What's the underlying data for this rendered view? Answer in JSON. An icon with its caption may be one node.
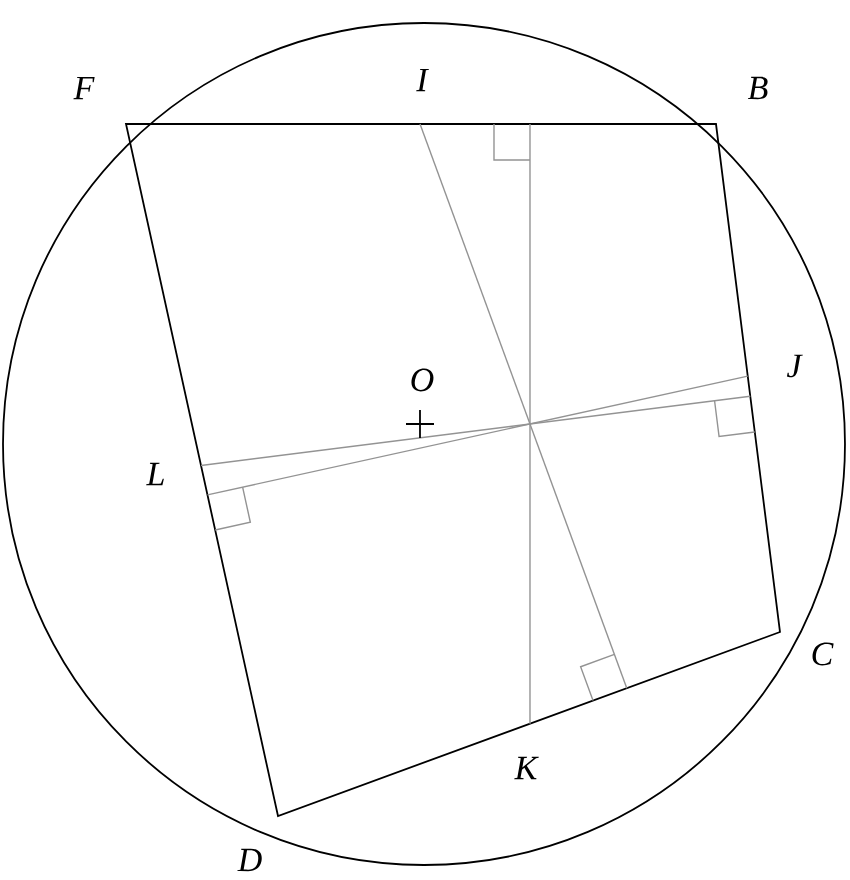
{
  "diagram": {
    "labels": [
      "F",
      "I",
      "B",
      "O",
      "J",
      "L",
      "K",
      "C",
      "D"
    ]
  }
}
